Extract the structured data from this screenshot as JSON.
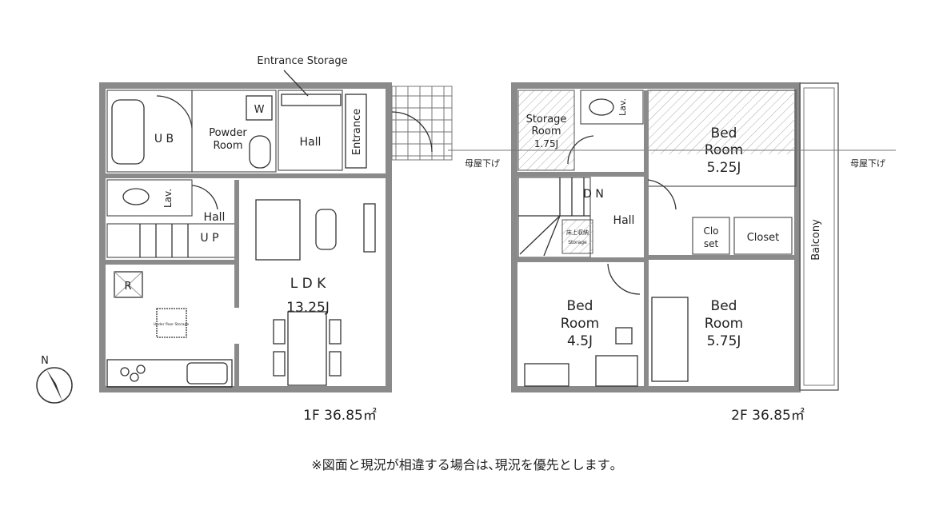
{
  "floor1": {
    "area_label": "1F 36.85㎡",
    "rooms": {
      "entrance_storage": "Entrance Storage",
      "ub": "U B",
      "powder_room_1": "Powder",
      "powder_room_2": "Room",
      "w": "W",
      "hall_entrance": "Hall",
      "entrance": "Entrance",
      "lav": "Lav.",
      "hall": "Hall",
      "up": "U P",
      "ldk": "L D K",
      "ldk_size": "13.25J",
      "r": "R",
      "under_floor_storage": "Under floor Storage"
    }
  },
  "floor2": {
    "area_label": "2F 36.85㎡",
    "rooms": {
      "storage_room_1": "Storage",
      "storage_room_2": "Room",
      "storage_room_size": "1.75J",
      "lav": "Lav.",
      "bed_top_1": "Bed",
      "bed_top_2": "Room",
      "bed_top_size": "5.25J",
      "dn": "D N",
      "hall": "Hall",
      "floor_storage_jp": "床上収納",
      "floor_storage_en": "Storage",
      "closet_small_1": "Clo",
      "closet_small_2": "set",
      "closet": "Closet",
      "bed_left_1": "Bed",
      "bed_left_2": "Room",
      "bed_left_size": "4.5J",
      "bed_right_1": "Bed",
      "bed_right_2": "Room",
      "bed_right_size": "5.75J",
      "balcony": "Balcony",
      "roof_lower_left": "母屋下げ",
      "roof_lower_right": "母屋下げ"
    }
  },
  "compass": {
    "label": "N"
  },
  "note": "※図面と現況が相違する場合は､現況を優先とします｡"
}
